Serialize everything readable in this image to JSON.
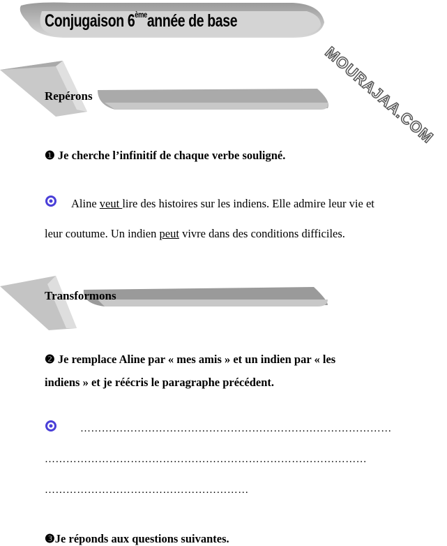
{
  "title": {
    "main": "Conjugaison 6",
    "sup": "ème",
    "rest": "année de base"
  },
  "watermark": "MOURAJAA.COM",
  "section1": {
    "title": "Repérons"
  },
  "q1": {
    "number": "❶",
    "text": "Je cherche l’infinitif de chaque verbe souligné."
  },
  "paragraph": {
    "l1_a": "Aline ",
    "l1_u": "veut ",
    "l1_b": "lire des histoires sur les indiens. Elle admire leur vie et",
    "l2_a": "leur coutume. Un indien ",
    "l2_u": "peut",
    "l2_b": " vivre dans des conditions difficiles."
  },
  "section2": {
    "title": "Transformons"
  },
  "q2": {
    "number": "❷",
    "line1": "Je remplace Aline par  «  mes amis » et un indien par « les",
    "line2": "indiens » et je réécris le paragraphe précédent."
  },
  "answer": {
    "dots1": "……………………………………………………………………………",
    "dots2": "………………………………………………………………………………",
    "dots3": "…………………………………………………"
  },
  "q3": {
    "number": "❸",
    "text": "Je réponds aux questions suivantes."
  }
}
